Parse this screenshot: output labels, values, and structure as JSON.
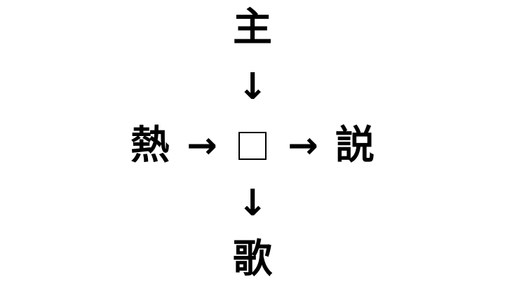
{
  "puzzle": {
    "top": "主",
    "left": "熱",
    "right": "説",
    "bottom": "歌",
    "arrow_down": "↓",
    "arrow_right": "→"
  }
}
